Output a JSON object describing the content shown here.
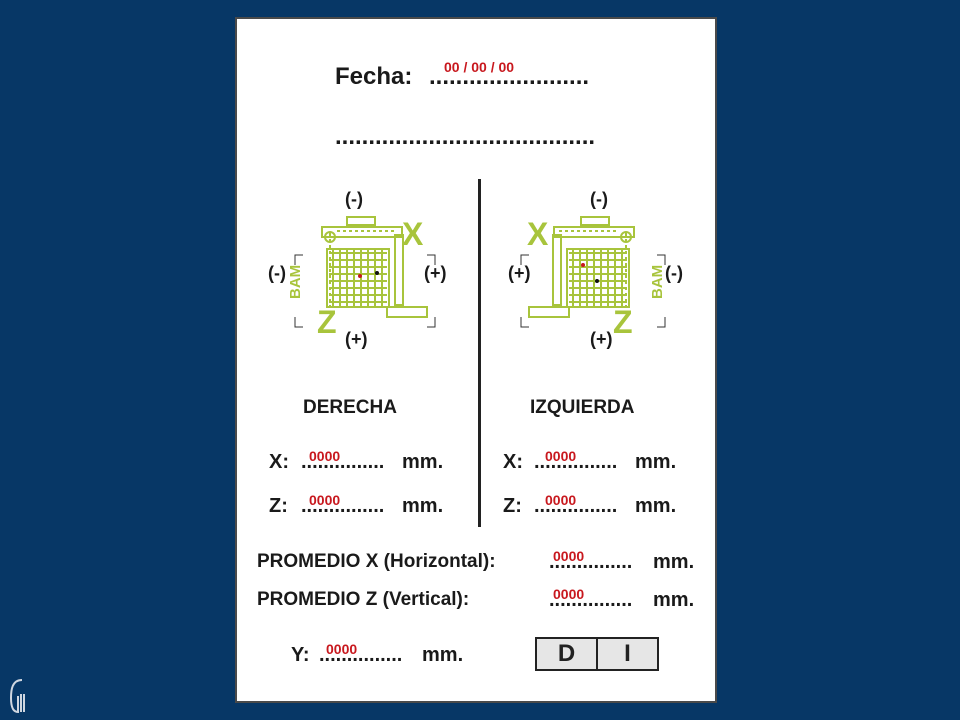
{
  "header": {
    "date_label": "Fecha:",
    "date_dots": "........................",
    "date_value": "00 / 00 / 00",
    "line2_dots": "......................................."
  },
  "diagrams": {
    "right": {
      "label_top": "(-)",
      "label_bottom": "(+)",
      "label_left": "(-)",
      "label_right": "(+)",
      "axis_x": "X",
      "axis_z": "Z",
      "brand": "BAM",
      "title": "DERECHA"
    },
    "left": {
      "label_top": "(-)",
      "label_bottom": "(+)",
      "label_left": "(+)",
      "label_right": "(-)",
      "axis_x": "X",
      "axis_z": "Z",
      "brand": "BAM",
      "title": "IZQUIERDA"
    }
  },
  "measurements": {
    "right_x": {
      "label": "X:",
      "dots": "...............",
      "unit": "mm.",
      "value": "0000"
    },
    "right_z": {
      "label": "Z:",
      "dots": "...............",
      "unit": "mm.",
      "value": "0000"
    },
    "left_x": {
      "label": "X:",
      "dots": "...............",
      "unit": "mm.",
      "value": "0000"
    },
    "left_z": {
      "label": "Z:",
      "dots": "...............",
      "unit": "mm.",
      "value": "0000"
    }
  },
  "averages": {
    "x": {
      "label": "PROMEDIO X (Horizontal):",
      "dots": "...............",
      "unit": "mm.",
      "value": "0000"
    },
    "z": {
      "label": "PROMEDIO Z (Vertical):",
      "dots": "...............",
      "unit": "mm.",
      "value": "0000"
    }
  },
  "y_row": {
    "label": "Y:",
    "dots": "...............",
    "unit": "mm.",
    "value": "0000"
  },
  "selector": {
    "d": "D",
    "i": "I"
  },
  "colors": {
    "background": "#073766",
    "accent_green": "#a8c43c",
    "value_red": "#c8181e"
  }
}
